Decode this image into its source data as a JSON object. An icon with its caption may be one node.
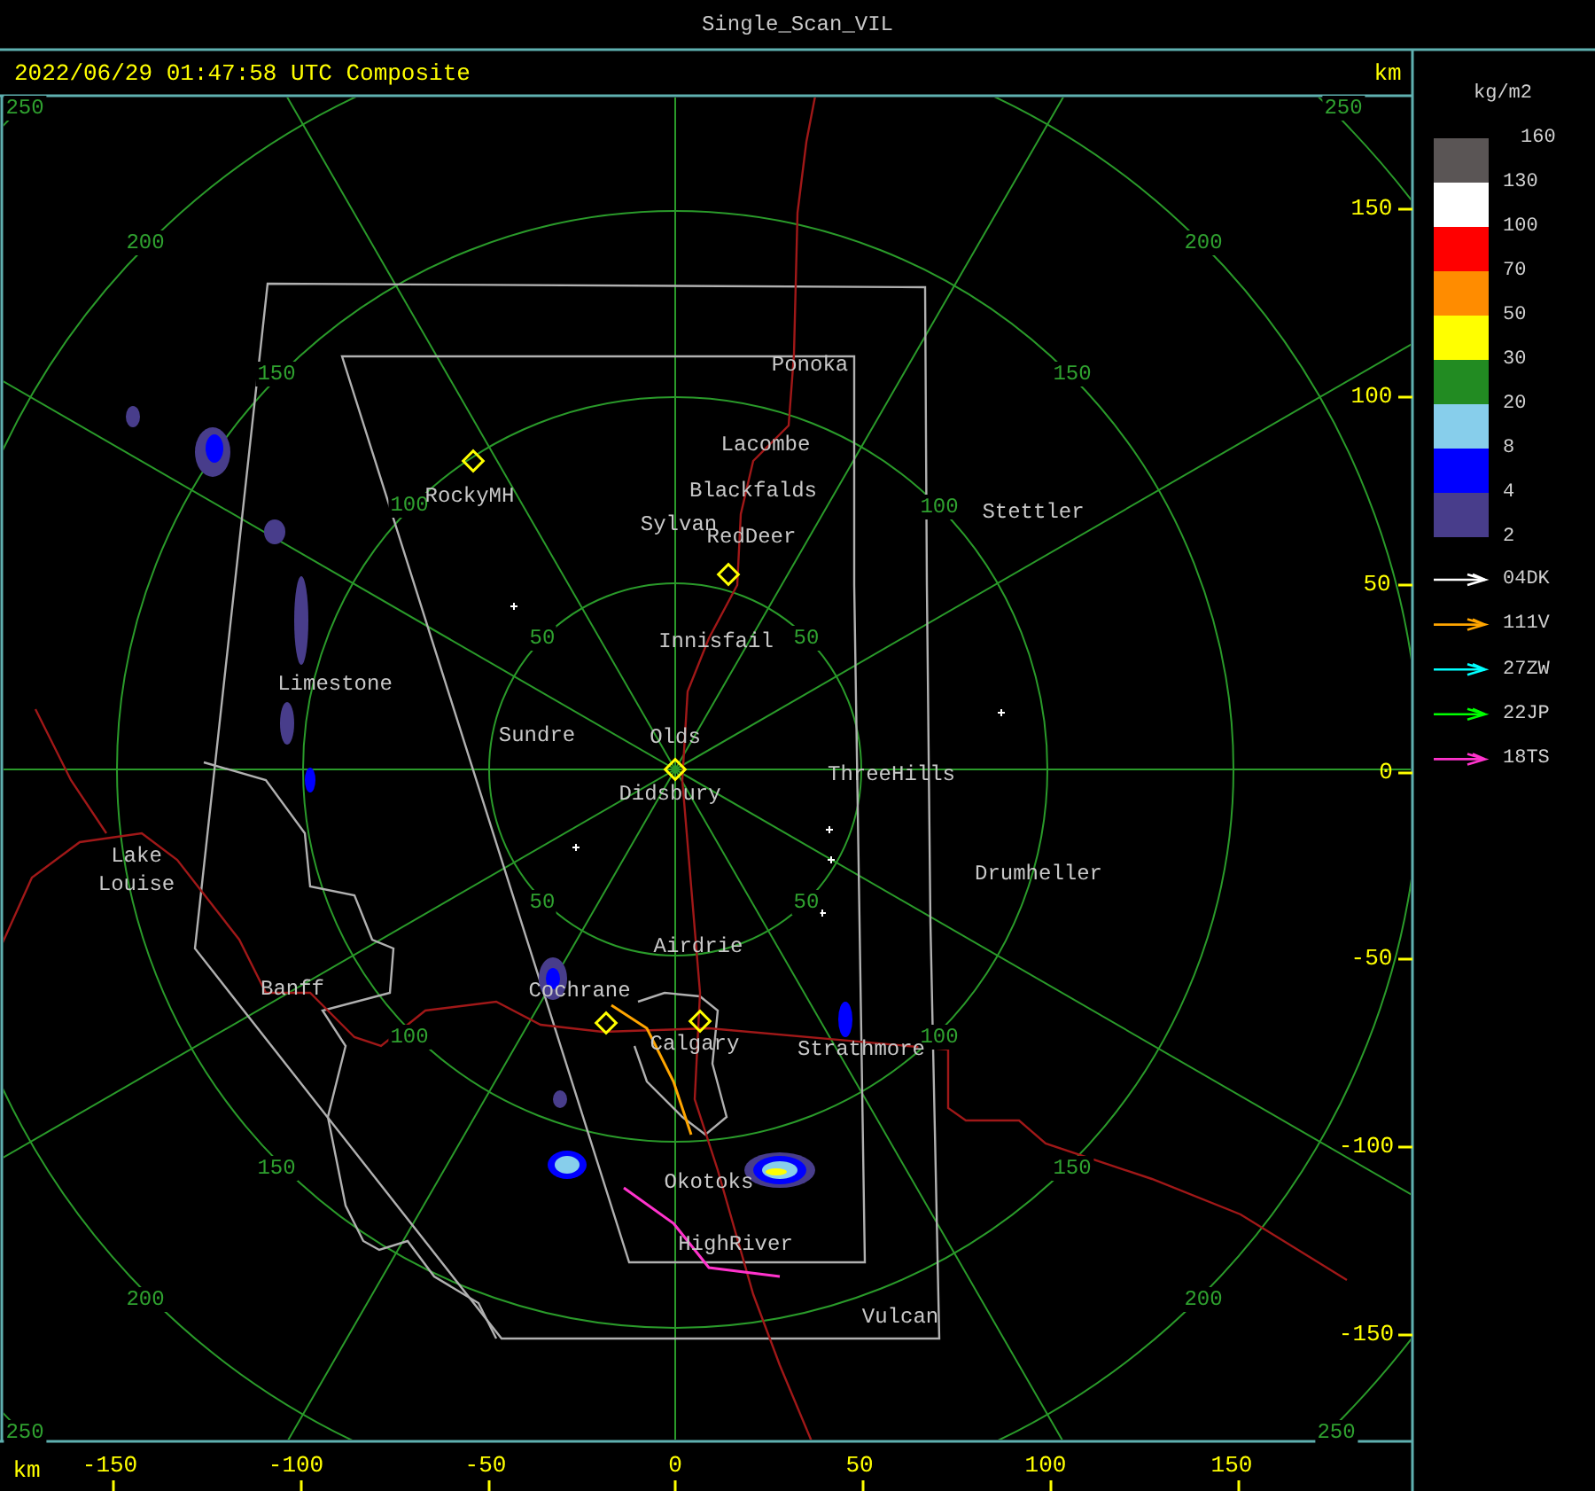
{
  "diagram": {
    "title": "Single_Scan_VIL",
    "labels": [
      "2022/06/29 01:47:58 UTC Composite",
      "km",
      "250",
      "250",
      "200",
      "200",
      "150",
      "150",
      "100",
      "100",
      "50",
      "50",
      "50",
      "50",
      "100",
      "100",
      "150",
      "150",
      "200",
      "200",
      "250",
      "250",
      "150",
      "100",
      "50",
      "0",
      "-50",
      "-100",
      "-150",
      "km",
      "-150",
      "-100",
      "-50",
      "0",
      "50",
      "100",
      "150",
      "Ponoka",
      "Lacombe",
      "RockyMH",
      "Blackfalds",
      "Sylvan",
      "RedDeer",
      "Stettler",
      "Innisfail",
      "Limestone",
      "Sundre",
      "Olds",
      "Didsbury",
      "ThreeHills",
      "Lake Louise",
      "Drumheller",
      "Airdrie",
      "Banff",
      "Cochrane",
      "Calgary",
      "Strathmore",
      "Okotoks",
      "HighRiver",
      "Vulcan",
      "kg/m2",
      "160"
    ],
    "legend": [
      {
        "text": "130",
        "color": "#5a5555"
      },
      {
        "text": "100",
        "color": "#ffffff"
      },
      {
        "text": "70",
        "color": "#ff0000"
      },
      {
        "text": "50",
        "color": "#ff8c00"
      },
      {
        "text": "30",
        "color": "#ffff00"
      },
      {
        "text": "20",
        "color": "#228b22"
      },
      {
        "text": "8",
        "color": "#87ceeb"
      },
      {
        "text": "4",
        "color": "#0000ff"
      },
      {
        "text": "2",
        "color": "#483d8b"
      },
      {
        "text": "04DK"
      },
      {
        "text": "111V"
      },
      {
        "text": "27ZW"
      },
      {
        "text": "22JP"
      },
      {
        "text": "18TS"
      }
    ]
  }
}
